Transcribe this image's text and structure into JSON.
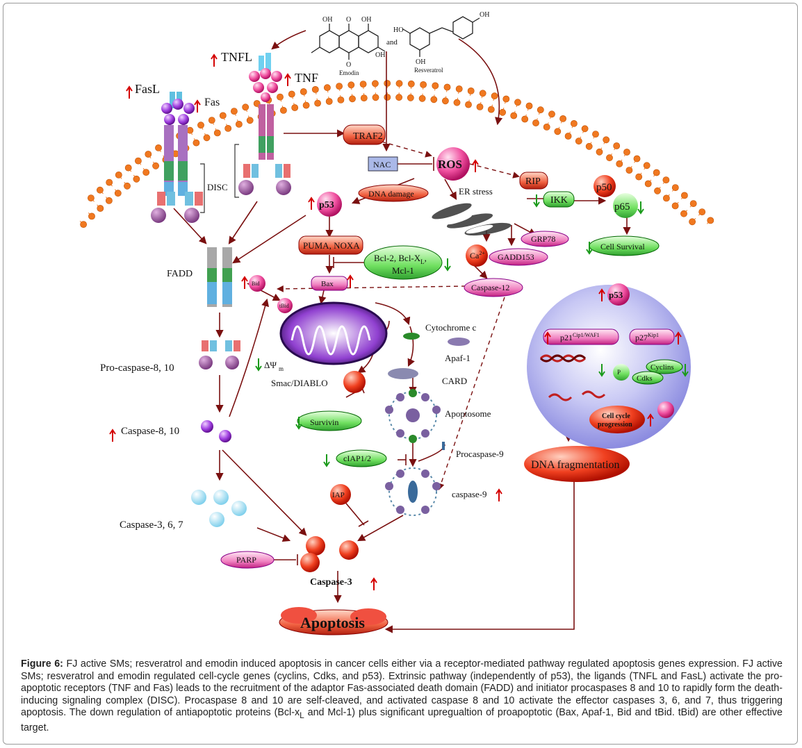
{
  "labels": {
    "emodin": "Emodin",
    "resveratrol": "Resveratrol",
    "and": "and",
    "oh": "OH",
    "ho": "HO",
    "o": "O",
    "tnfl": "TNFL",
    "tnf": "TNF",
    "fasl": "FasL",
    "fas": "Fas",
    "traf2": "TRAF2",
    "disc": "DISC",
    "nac": "NAC",
    "ros": "ROS",
    "rip": "RIP",
    "ikk": "IKK",
    "p50": "p50",
    "p65": "p65",
    "dna_damage": "DNA damage",
    "er_stress": "ER stress",
    "p53": "p53",
    "grp78": "GRP78",
    "cell_survival": "Cell Survival",
    "puma_noxa": "PUMA, NOXA",
    "ca2": "Ca",
    "ca2_sup": "2+",
    "gadd153": "GADD153",
    "bcl2": "Bcl-2, Bcl-X",
    "bcl2_sub": "L",
    "bcl2_end": ",",
    "mcl1": "Mcl-1",
    "fadd": "FADD",
    "bid": "Bid",
    "bax": "Bax",
    "caspase12": "Caspase-12",
    "tbid": "tBid",
    "cytochrome_c": "Cytochrome c",
    "apaf1": "Apaf-1",
    "delta_psi": "ΔΨ",
    "delta_psi_sub": "m",
    "smac": "Smac/DIABLO",
    "card": "CARD",
    "pro_caspase_8_10": "Pro-caspase-8, 10",
    "survivin": "Survivin",
    "apoptosome": "Apoptosome",
    "caspase_8_10": "Caspase-8, 10",
    "procaspase9": "Procaspase-9",
    "ciap": "cIAP1/2",
    "iap": "IAP",
    "caspase9": "caspase-9",
    "caspase_3_6_7": "Caspase-3, 6, 7",
    "parp": "PARP",
    "caspase3": "Caspase-3",
    "apoptosis": "Apoptosis",
    "nuc_p53": "p53",
    "p21": "p21",
    "p21_sup": "Cip1/WAF1",
    "p27": "p27",
    "p27_sup": "Kip1",
    "prb": "P",
    "cyclins": "Cyclins",
    "cdks": "Cdks",
    "cell_cycle": "Cell cycle",
    "progression": "progression",
    "dna_frag": "DNA fragmentation"
  },
  "colors": {
    "up_arrow": "#d40000",
    "down_arrow": "#1a9a1a",
    "membrane": "#f07820",
    "pathway_arrow": "#7a1010",
    "nucleus": "#b8b8f0"
  },
  "caption": {
    "figure_label": "Figure 6:",
    "p1": " FJ active SMs; resveratrol and emodin induced apoptosis in cancer cells either via a receptor-mediated pathway regulated apoptosis genes expression. FJ active SMs; resveratrol and emodin regulated cell-cycle genes (cyclins, Cdks, and p53). Extrinsic pathway (independently of p53), the ligands (TNFL and FasL) activate the pro-apoptotic receptors (TNF and Fas) leads to the recruitment of the adaptor Fas-associated death domain (FADD) and initiator procaspases 8 and 10 to rapidly form the death-inducing signaling complex (DISC). Procaspase 8 and 10 are self-cleaved, and activated caspase 8 and 10 activate the effector caspases 3, 6, and 7, thus triggering apoptosis. The down regulation of antiapoptotic proteins (Bcl-x",
    "p1_sub": "L",
    "p2": " and Mcl-1) plus significant upregualtion of proapoptotic (Bax, Apaf-1, Bid and tBid. tBid) are other effective target."
  }
}
